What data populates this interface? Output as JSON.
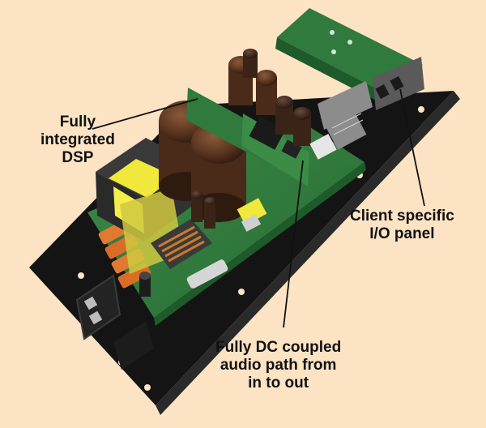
{
  "palette": {
    "background": "#fbe3c4",
    "chassis": "#151515",
    "pcb": "#2f7a3c",
    "pcb_light": "#4a9a50",
    "capacitor": "#5a3520",
    "transformer_core": "#f0e83a",
    "fuse_orange": "#e07a30"
  },
  "callouts": {
    "dsp": {
      "lines": [
        "Fully",
        "integrated",
        "DSP"
      ]
    },
    "io": {
      "lines": [
        "Client specific",
        "I/O panel"
      ]
    },
    "dc": {
      "lines": [
        "Fully DC coupled",
        "audio path from",
        "in to out"
      ]
    }
  }
}
